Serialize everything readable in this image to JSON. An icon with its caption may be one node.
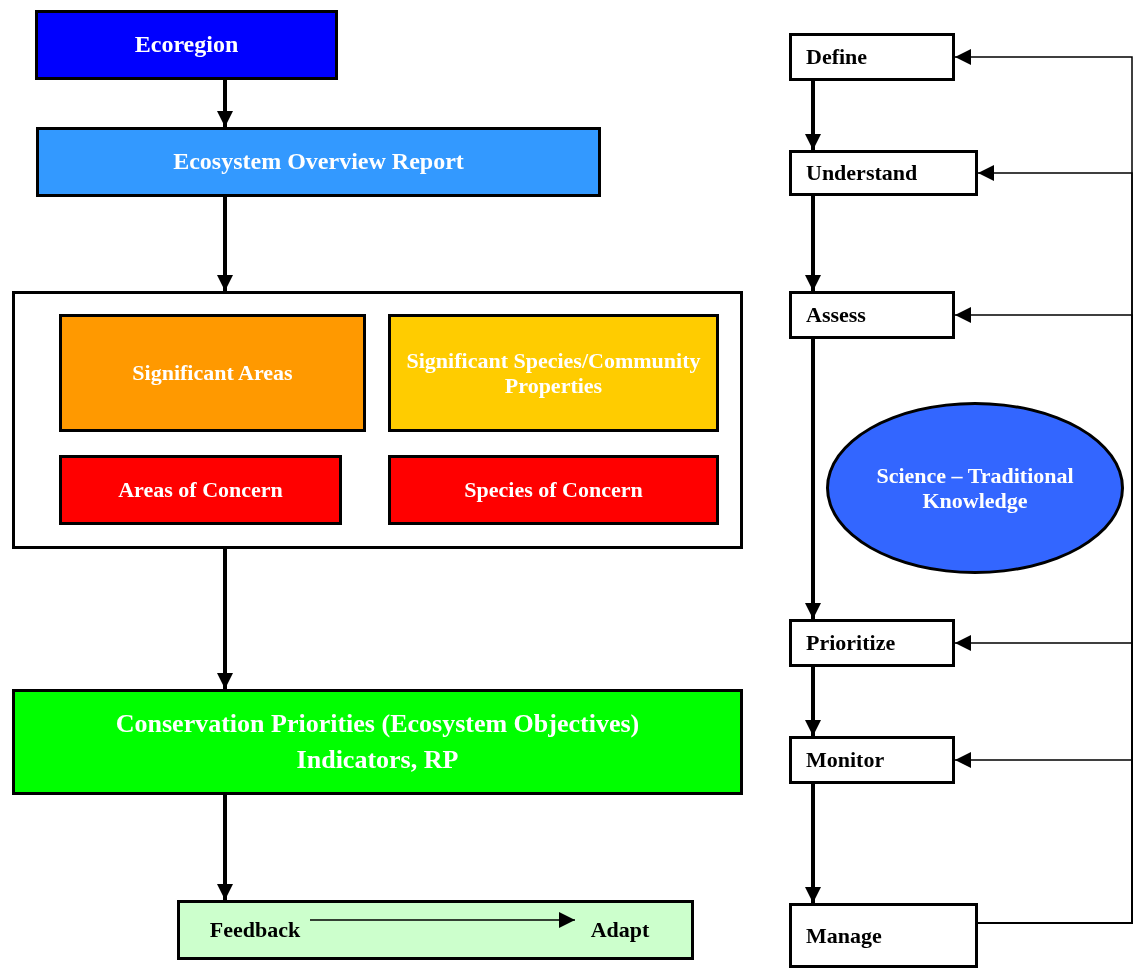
{
  "diagram": {
    "nodes": [
      {
        "text": [
          "Ecoregion"
        ]
      },
      {
        "text": [
          "Ecosystem Overview Report"
        ]
      },
      {
        "text": [],
        "shape": "box"
      },
      {
        "text": [
          "Significant Areas"
        ],
        "in": 2
      },
      {
        "text": [
          "Significant Species/Community Properties"
        ],
        "in": 2
      },
      {
        "text": [
          "Areas of Concern"
        ],
        "in": 2
      },
      {
        "text": [
          "Species of Concern"
        ],
        "in": 2
      },
      {
        "text": [
          "Conservation Priorities (Ecosystem Objectives)",
          "Indicators, RP"
        ]
      },
      {
        "text": [],
        "shape": "box"
      },
      {
        "text": [
          "Feedback"
        ],
        "in": 8
      },
      {
        "text": [
          "Adapt"
        ],
        "in": 8
      },
      {
        "text": [
          "Define"
        ]
      },
      {
        "text": [
          "Understand"
        ]
      },
      {
        "text": [
          "Assess"
        ]
      },
      {
        "text": [
          "Prioritize"
        ]
      },
      {
        "text": [
          "Monitor"
        ]
      },
      {
        "text": [
          "Manage"
        ]
      },
      {
        "text": [
          "Science – Traditional Knowledge"
        ]
      }
    ],
    "edges": [
      {
        "from": 0,
        "to": 1,
        "arrow": "to"
      },
      {
        "from": 1,
        "to": 2,
        "arrow": "to"
      },
      {
        "from": 2,
        "to": 7,
        "arrow": "to"
      },
      {
        "from": 7,
        "to": 8,
        "arrow": "to"
      },
      {
        "from": 9,
        "to": 10,
        "arrow": "to"
      },
      {
        "from": 11,
        "to": 12,
        "arrow": "to"
      },
      {
        "from": 12,
        "to": 13,
        "arrow": "to"
      },
      {
        "from": 13,
        "to": 14,
        "arrow": "to"
      },
      {
        "from": 14,
        "to": 15,
        "arrow": "to"
      },
      {
        "from": 15,
        "to": 16,
        "arrow": "to"
      },
      {
        "from": 16,
        "to": 11,
        "arrow": "to"
      },
      {
        "from": 16,
        "to": 12,
        "arrow": "to"
      },
      {
        "from": 16,
        "to": 13,
        "arrow": "to"
      },
      {
        "from": 16,
        "to": 14,
        "arrow": "to"
      },
      {
        "from": 16,
        "to": 15,
        "arrow": "to"
      }
    ]
  }
}
